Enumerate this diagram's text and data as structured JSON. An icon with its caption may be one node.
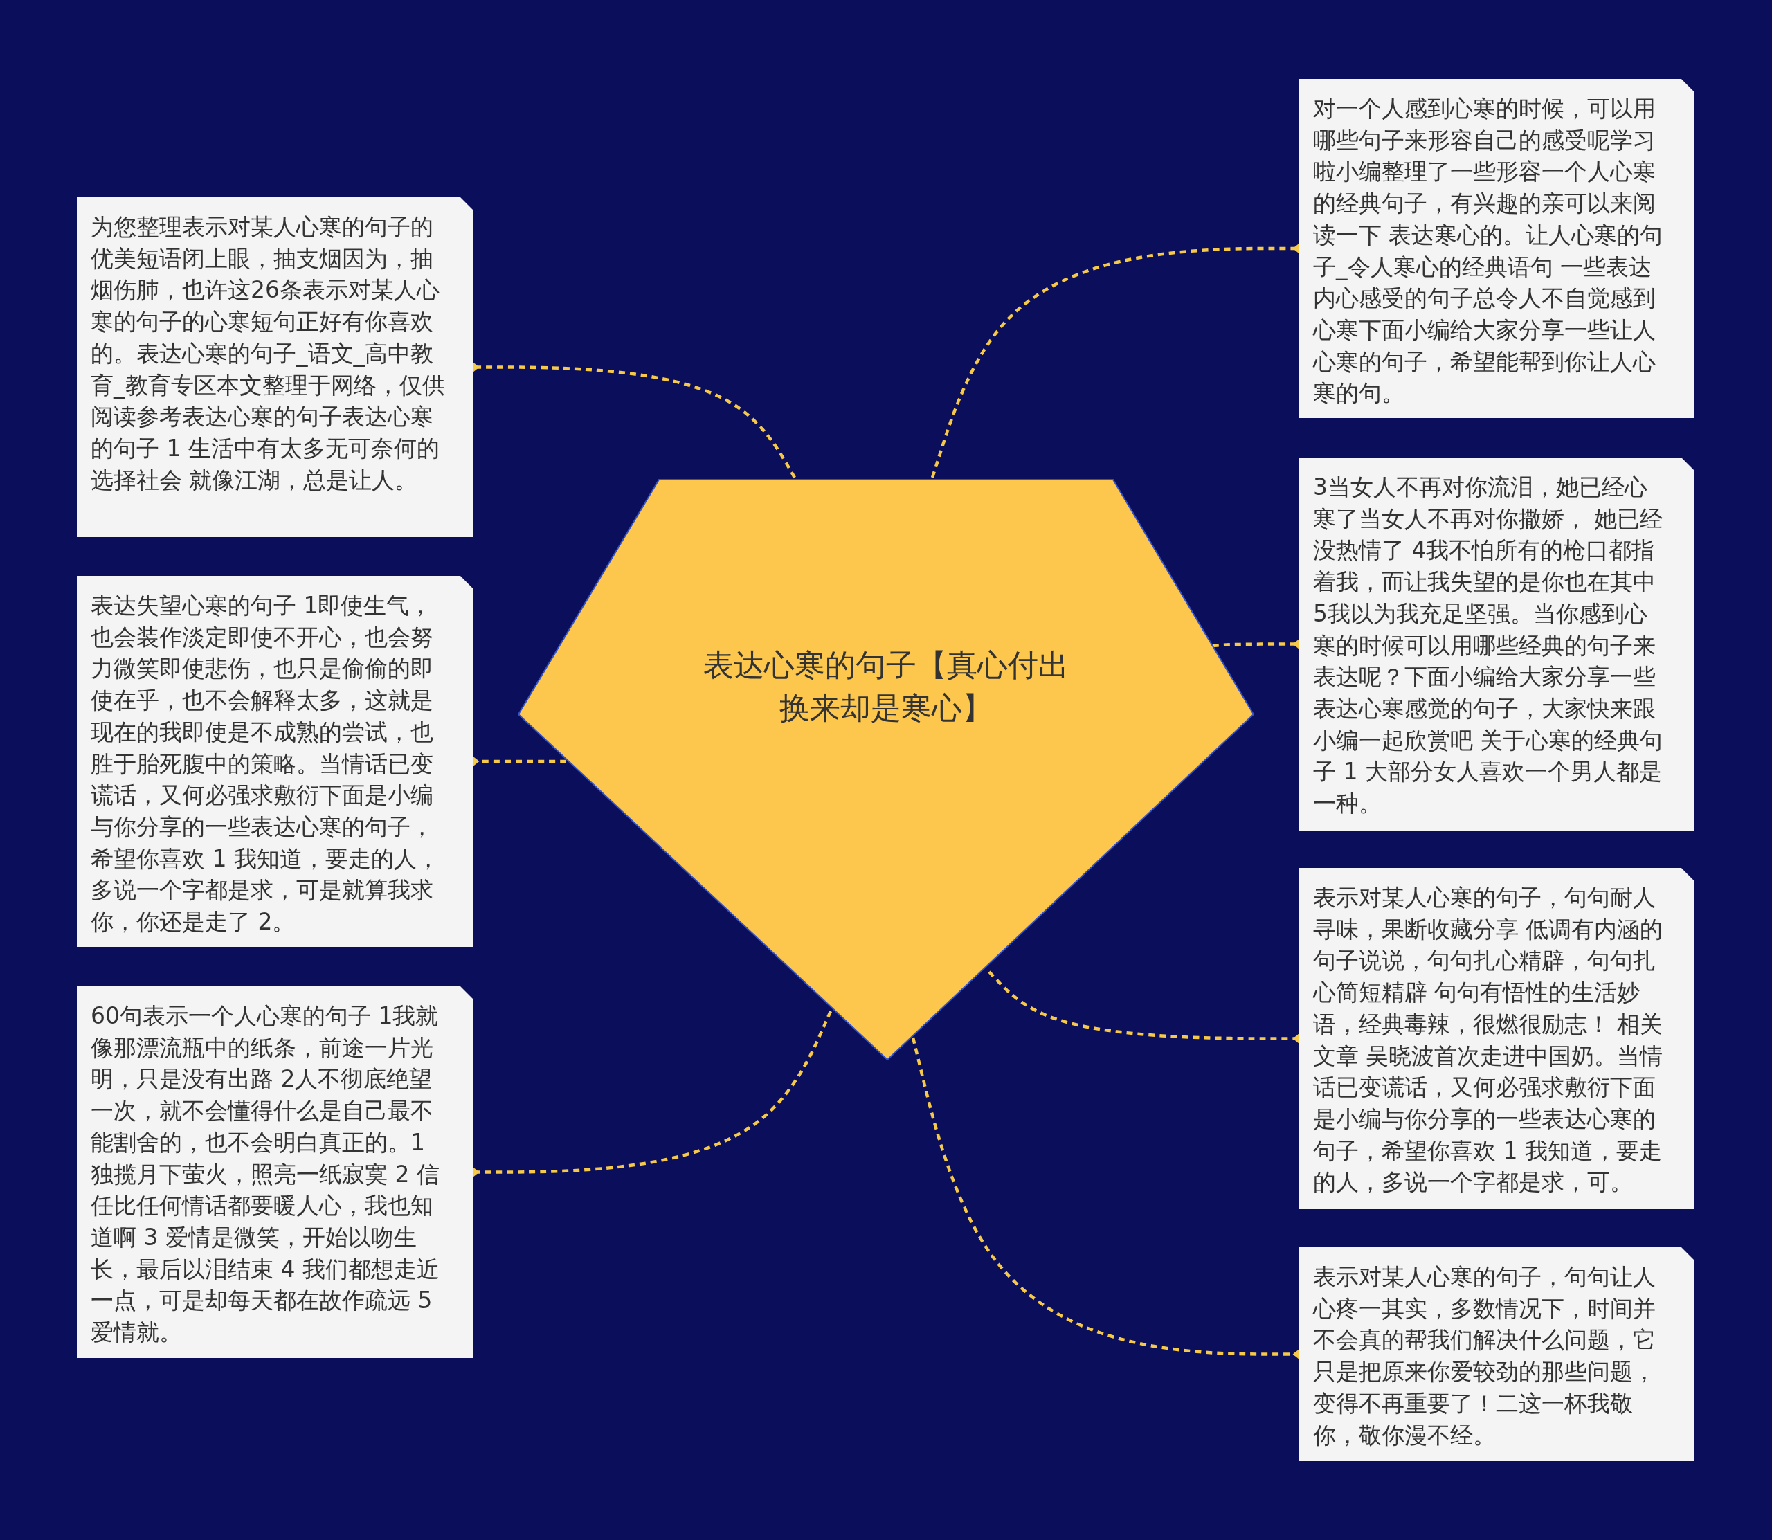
{
  "diagram": {
    "nodes": [
      {
        "text": [
          "表达心寒的句子【真心付出换来却是寒心】"
        ]
      },
      {
        "text": [
          "对一个人感到心寒的时候，可以用哪些句子来形容自己的感受呢学习啦小编整理了一些形容一个人心寒的经典句子，有兴趣的亲可以来阅读一下 表达寒心的。让人心寒的句子_令人寒心的经典语句 一些表达内心感受的句子总令人不自觉感到心寒下面小编给大家分享一些让人心寒的句子，希望能帮到你让人心寒的句。"
        ]
      },
      {
        "text": [
          "3当女人不再对你流泪，她已经心寒了当女人不再对你撒娇， 她已经没热情了 4我不怕所有的枪口都指着我，而让我失望的是你也在其中5我以为我充足坚强。当你感到心寒的时候可以用哪些经典的句子来表达呢？下面小编给大家分享一些表达心寒感觉的句子，大家快来跟小编一起欣赏吧 关于心寒的经典句子 1 大部分女人喜欢一个男人都是一种。"
        ]
      },
      {
        "text": [
          "表示对某人心寒的句子，句句耐人寻味，果断收藏分享 低调有内涵的句子说说，句句扎心精辟，句句扎心简短精辟 句句有悟性的生活妙语，经典毒辣，很燃很励志！ 相关文章 吴晓波首次走进中国奶。当情话已变谎话，又何必强求敷衍下面是小编与你分享的一些表达心寒的句子，希望你喜欢 1 我知道，要走的人，多说一个字都是求，可。"
        ]
      },
      {
        "text": [
          "表示对某人心寒的句子，句句让人心疼一其实，多数情况下，时间并不会真的帮我们解决什么问题，它只是把原来你爱较劲的那些问题，变得不再重要了！二这一杯我敬你，敬你漫不经。"
        ]
      },
      {
        "text": [
          "为您整理表示对某人心寒的句子的优美短语闭上眼，抽支烟因为，抽烟伤肺，也许这26条表示对某人心寒的句子的心寒短句正好有你喜欢的。表达心寒的句子_语文_高中教育_教育专区本文整理于网络，仅供阅读参考表达心寒的句子表达心寒的句子 1 生活中有太多无可奈何的选择社会 就像江湖，总是让人。"
        ]
      },
      {
        "text": [
          "表达失望心寒的句子 1即使生气，也会装作淡定即使不开心，也会努力微笑即使悲伤，也只是偷偷的即使在乎，也不会解释太多，这就是现在的我即使是不成熟的尝试，也胜于胎死腹中的策略。当情话已变谎话，又何必强求敷衍下面是小编与你分享的一些表达心寒的句子，希望你喜欢 1 我知道，要走的人，多说一个字都是求，可是就算我求你，你还是走了 2。"
        ]
      },
      {
        "text": [
          "60句表示一个人心寒的句子 1我就像那漂流瓶中的纸条，前途一片光明，只是没有出路 2人不彻底绝望一次，就不会懂得什么是自己最不能割舍的，也不会明白真正的。1 独揽月下萤火，照亮一纸寂寞 2 信任比任何情话都要暖人心，我也知道啊 3 爱情是微笑，开始以吻生长，最后以泪结束 4 我们都想走近一点，可是却每天都在故作疏远 5 爱情就。"
        ]
      }
    ],
    "edges": [
      {
        "from": 0,
        "to": 1,
        "arrow": "other",
        "style": "dashed"
      },
      {
        "from": 0,
        "to": 2,
        "arrow": "other",
        "style": "dashed"
      },
      {
        "from": 0,
        "to": 3,
        "arrow": "other",
        "style": "dashed"
      },
      {
        "from": 0,
        "to": 4,
        "arrow": "other",
        "style": "dashed"
      },
      {
        "from": 0,
        "to": 5,
        "arrow": "other",
        "style": "dashed"
      },
      {
        "from": 0,
        "to": 6,
        "arrow": "other",
        "style": "dashed"
      },
      {
        "from": 0,
        "to": 7,
        "arrow": "other",
        "style": "dashed"
      }
    ]
  }
}
